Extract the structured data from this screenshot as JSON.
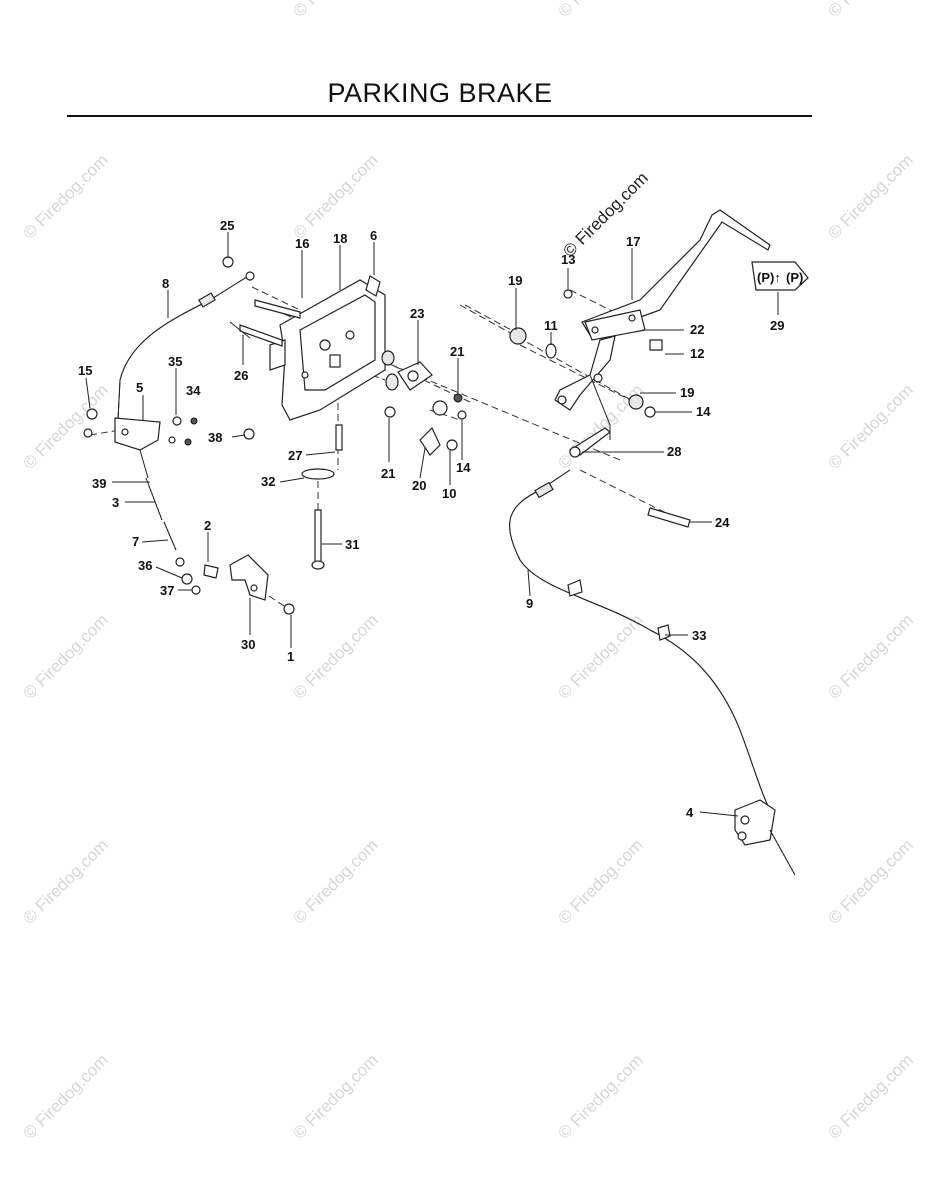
{
  "title": "PARKING BRAKE",
  "watermark_text": "© Firedog.com",
  "decal": {
    "left_symbol": "(P)↑",
    "right_symbol": "(P)"
  },
  "colors": {
    "ink": "#111111",
    "watermark": "#d6d6d6",
    "background": "#ffffff"
  },
  "callouts": [
    {
      "id": "c25",
      "label": "25"
    },
    {
      "id": "c16",
      "label": "16"
    },
    {
      "id": "c18",
      "label": "18"
    },
    {
      "id": "c6",
      "label": "6"
    },
    {
      "id": "c8",
      "label": "8"
    },
    {
      "id": "c35",
      "label": "35"
    },
    {
      "id": "c34",
      "label": "34"
    },
    {
      "id": "c15",
      "label": "15"
    },
    {
      "id": "c5",
      "label": "5"
    },
    {
      "id": "c26",
      "label": "26"
    },
    {
      "id": "c23",
      "label": "23"
    },
    {
      "id": "c19a",
      "label": "19"
    },
    {
      "id": "c13",
      "label": "13"
    },
    {
      "id": "c17",
      "label": "17"
    },
    {
      "id": "c29",
      "label": "29"
    },
    {
      "id": "c11",
      "label": "11"
    },
    {
      "id": "c22",
      "label": "22"
    },
    {
      "id": "c12",
      "label": "12"
    },
    {
      "id": "c21a",
      "label": "21"
    },
    {
      "id": "c19b",
      "label": "19"
    },
    {
      "id": "c14a",
      "label": "14"
    },
    {
      "id": "c38",
      "label": "38"
    },
    {
      "id": "c27",
      "label": "27"
    },
    {
      "id": "c21b",
      "label": "21"
    },
    {
      "id": "c14b",
      "label": "14"
    },
    {
      "id": "c20",
      "label": "20"
    },
    {
      "id": "c10",
      "label": "10"
    },
    {
      "id": "c28",
      "label": "28"
    },
    {
      "id": "c39",
      "label": "39"
    },
    {
      "id": "c32",
      "label": "32"
    },
    {
      "id": "c3",
      "label": "3"
    },
    {
      "id": "c24",
      "label": "24"
    },
    {
      "id": "c2",
      "label": "2"
    },
    {
      "id": "c7",
      "label": "7"
    },
    {
      "id": "c31",
      "label": "31"
    },
    {
      "id": "c36",
      "label": "36"
    },
    {
      "id": "c37",
      "label": "37"
    },
    {
      "id": "c9",
      "label": "9"
    },
    {
      "id": "c33",
      "label": "33"
    },
    {
      "id": "c30",
      "label": "30"
    },
    {
      "id": "c1",
      "label": "1"
    },
    {
      "id": "c4",
      "label": "4"
    }
  ]
}
